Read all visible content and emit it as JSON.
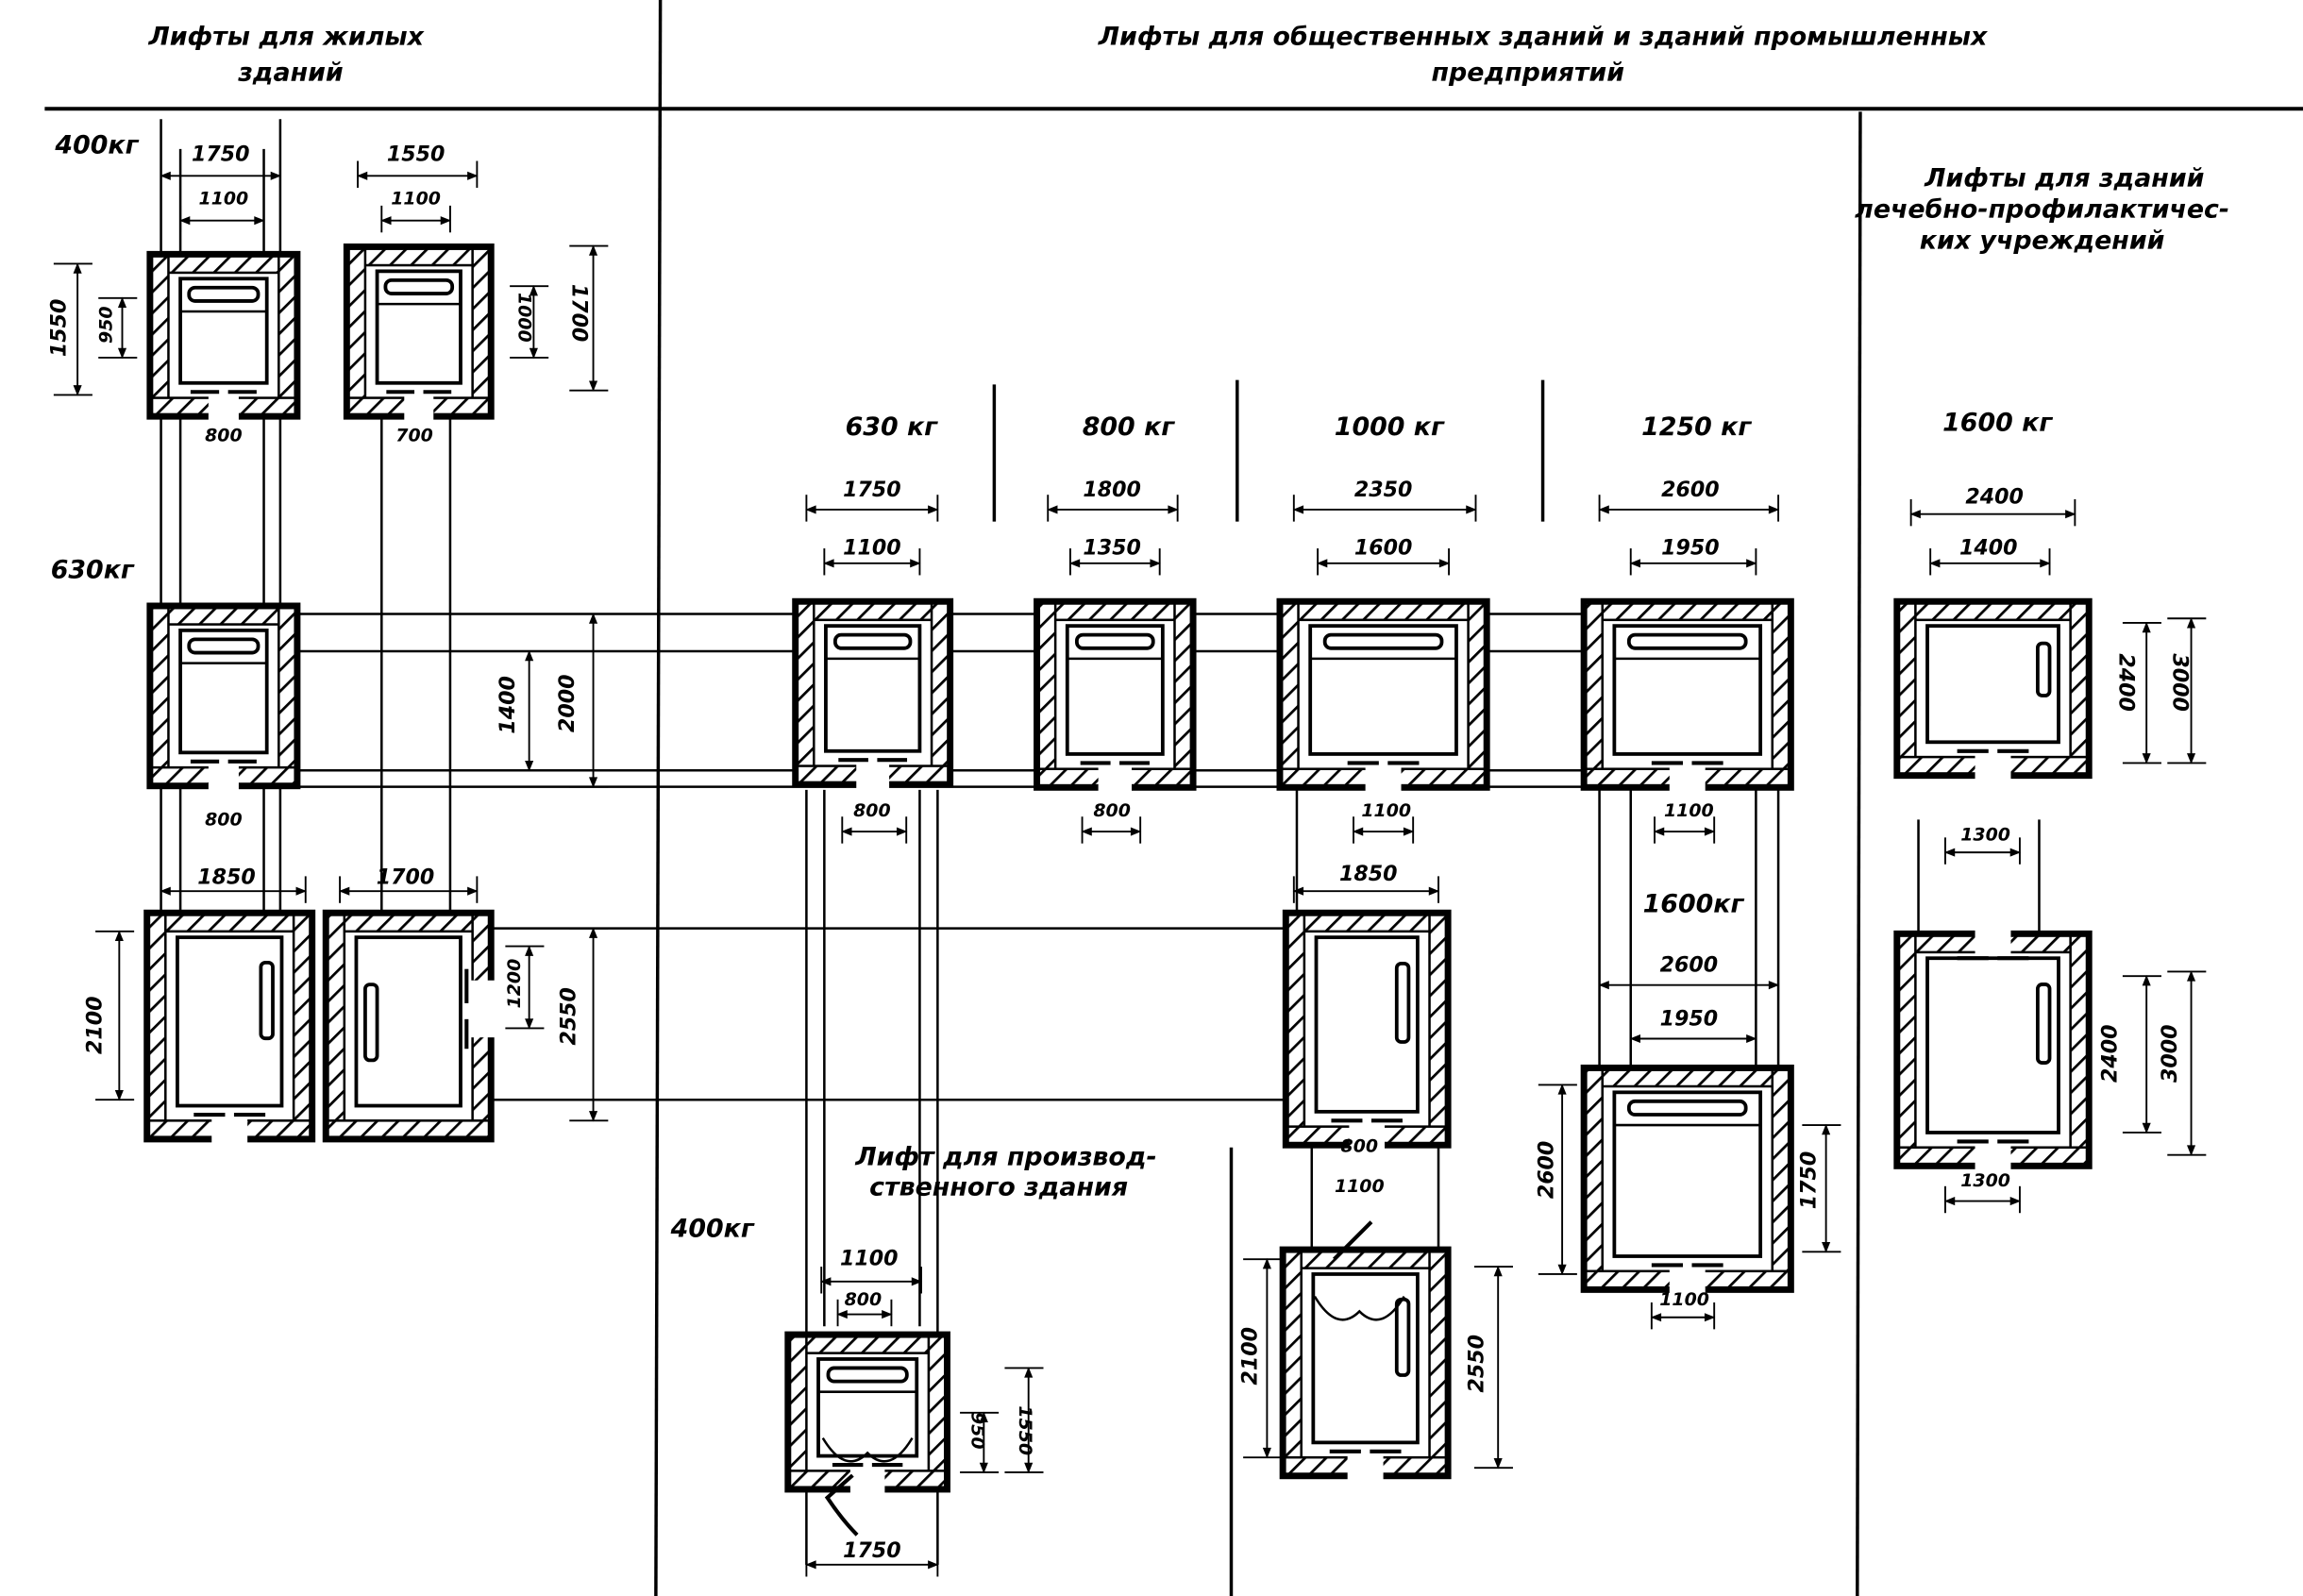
{
  "sections": {
    "residential": {
      "title_line1": "Лифты для жилых",
      "title_line2": "зданий",
      "kg_400": "400кг",
      "kg_630": "630кг"
    },
    "public": {
      "title_line1": "Лифты для общественных зданий и зданий промышленных",
      "title_line2": "предприятий",
      "groups": [
        "630 кг",
        "800 кг",
        "1000 кг",
        "1250 кг"
      ],
      "extra_1600": "1600кг"
    },
    "medical": {
      "title_line1": "Лифты для зданий",
      "title_line2": "лечебно-профилактичес-",
      "title_line3": "ких учреждений",
      "kg": "1600 кг"
    },
    "industrial": {
      "title_line1": "Лифт для производ-",
      "title_line2": "ственного здания",
      "kg": "400кг"
    }
  },
  "elevators": {
    "res_400_a": {
      "outer": "1750",
      "inner": "1100",
      "depth_outer": "1550",
      "depth_inner": "950",
      "door": "800"
    },
    "res_400_b": {
      "outer": "1550",
      "inner": "1100",
      "depth_outer": "1700",
      "depth_inner": "1000",
      "door": "700"
    },
    "res_630_a": {
      "depth_outer": "2000",
      "depth_inner": "1400",
      "door": "800"
    },
    "res_630_b": {
      "outer": "1850",
      "depth_inner": "2100"
    },
    "res_630_c": {
      "outer": "1700",
      "depth_outer": "2550",
      "door": "1200"
    },
    "pub_630": {
      "outer": "1750",
      "inner": "1100",
      "door": "800"
    },
    "pub_800": {
      "outer": "1800",
      "inner": "1350",
      "door": "800"
    },
    "pub_1000": {
      "outer": "2350",
      "inner": "1600",
      "door": "1100"
    },
    "pub_1000_b": {
      "outer": "1850",
      "door_a": "800",
      "door_b": "1100",
      "depth_inner": "2100",
      "depth_outer": "2550"
    },
    "pub_1250": {
      "outer": "2600",
      "inner": "1950",
      "door": "1100"
    },
    "pub_1600": {
      "outer": "2600",
      "inner": "1950",
      "depth_outer": "2600",
      "depth_inner": "1750",
      "door": "1100"
    },
    "med_1600_a": {
      "outer": "2400",
      "inner": "1400",
      "depth_inner": "2400",
      "depth_outer": "3000",
      "door": "1300"
    },
    "med_1600_b": {
      "depth_inner": "2400",
      "depth_outer": "3000",
      "door": "1300"
    },
    "ind_400": {
      "inner": "1100",
      "door": "800",
      "depth_inner": "950",
      "depth_outer": "1550",
      "outer": "1750"
    }
  }
}
